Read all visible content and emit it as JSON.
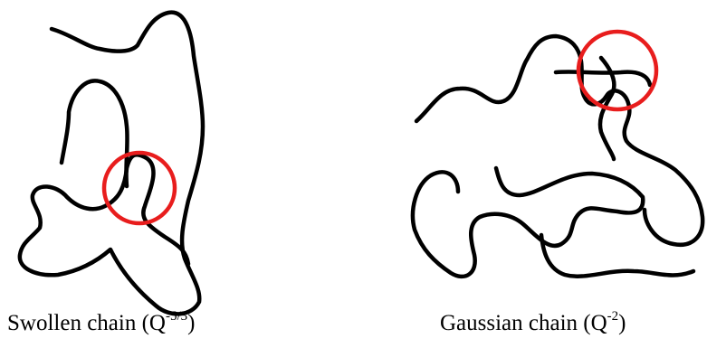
{
  "colors": {
    "chain": "#000000",
    "highlight_circle": "#e81d1d",
    "background": "#ffffff"
  },
  "panels": [
    {
      "caption": {
        "text": "Swollen chain (Q",
        "exponent": "-5/3",
        "closing": ")"
      }
    },
    {
      "caption": {
        "text": "Gaussian chain (Q",
        "exponent": "-2",
        "closing": ")"
      }
    }
  ]
}
